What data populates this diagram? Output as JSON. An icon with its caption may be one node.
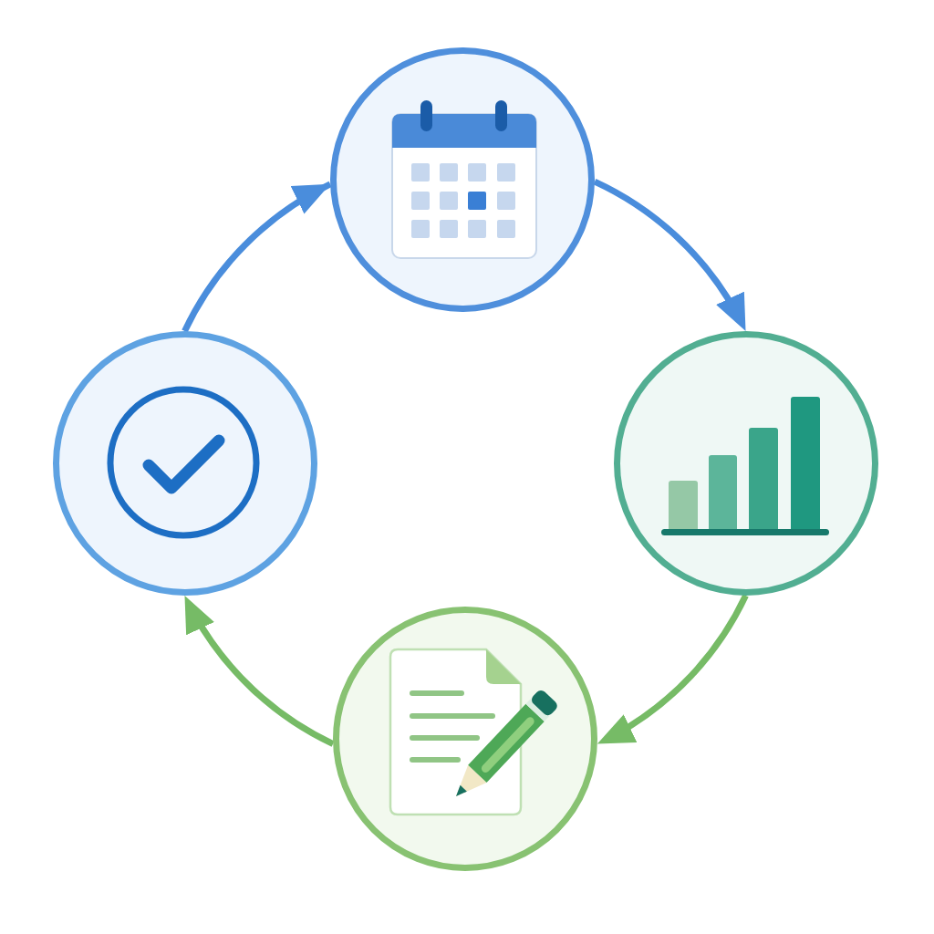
{
  "diagram": {
    "nodes": [
      {
        "text": [],
        "shape": "circle"
      },
      {
        "text": [],
        "shape": "circle"
      },
      {
        "text": [],
        "shape": "circle"
      },
      {
        "text": [],
        "shape": "circle"
      }
    ],
    "edges": [
      {
        "from": 0,
        "to": 1,
        "arrow": "to",
        "color": "#4a8ddc"
      },
      {
        "from": 1,
        "to": 2,
        "arrow": "to",
        "color": "#76bb66"
      },
      {
        "from": 2,
        "to": 3,
        "arrow": "to",
        "color": "#76bb66"
      },
      {
        "from": 3,
        "to": 0,
        "arrow": "to",
        "color": "#4a8ddc"
      }
    ]
  }
}
